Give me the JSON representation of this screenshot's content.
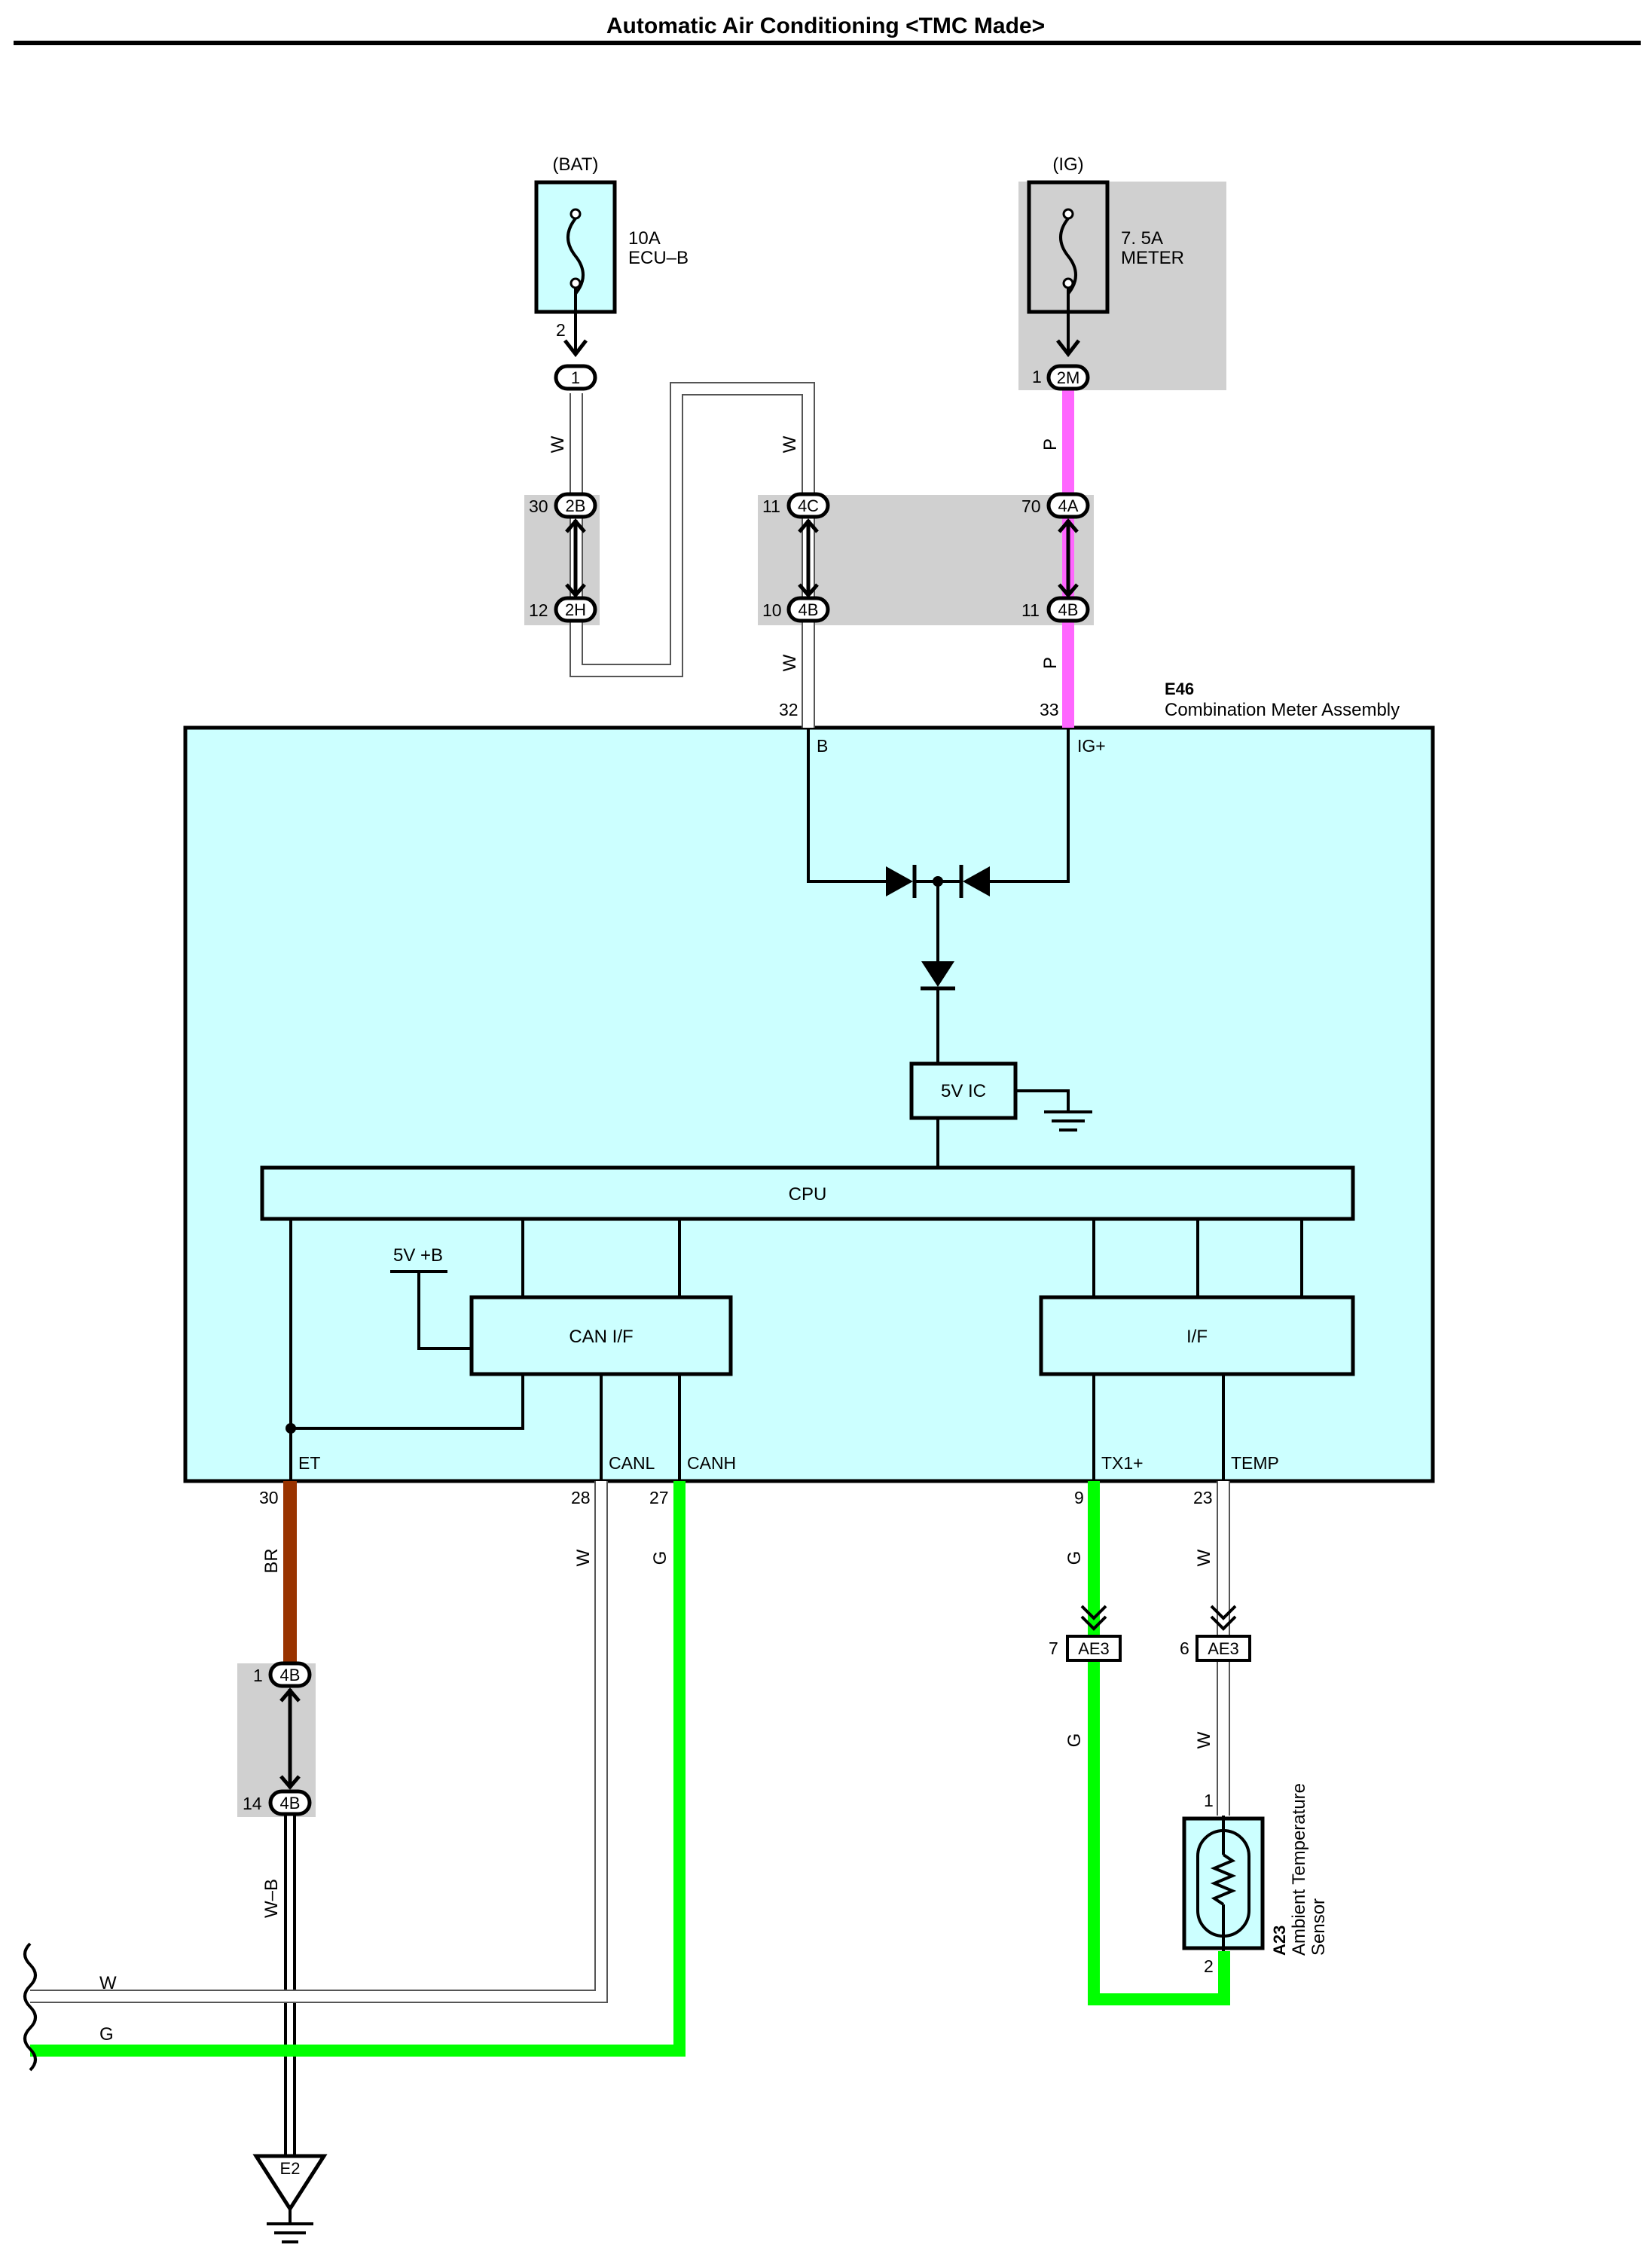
{
  "title": "Automatic Air Conditioning <TMC Made>",
  "colors": {
    "component_fill": "#ccffff",
    "connector_box": "#d0d0d0",
    "wire_pink": "#ff66ff",
    "wire_green": "#00ff00",
    "wire_brown": "#993300",
    "wire_white": "#ffffff"
  },
  "fuses": [
    {
      "source": "(BAT)",
      "rating": "10A",
      "name": "ECU–B",
      "pin": "2"
    },
    {
      "source": "(IG)",
      "rating": "7. 5A",
      "name": "METER",
      "pin": "1"
    }
  ],
  "connectors": [
    {
      "id": "1",
      "pin": ""
    },
    {
      "id": "2M",
      "pin": ""
    },
    {
      "id": "2B",
      "pin": "30"
    },
    {
      "id": "2H",
      "pin": "12"
    },
    {
      "id": "4C",
      "pin": "11"
    },
    {
      "id": "4B",
      "pin": "10"
    },
    {
      "id": "4A",
      "pin": "70"
    },
    {
      "id": "4B",
      "pin": "11"
    },
    {
      "id": "4B",
      "pin": "1"
    },
    {
      "id": "4B",
      "pin": "14"
    },
    {
      "id": "AE3",
      "pin": "7"
    },
    {
      "id": "AE3",
      "pin": "6"
    }
  ],
  "wire_colors": {
    "w1": "W",
    "w2": "W",
    "w3": "W",
    "p1": "P",
    "p2": "P",
    "br": "BR",
    "w_canl": "W",
    "g_canh": "G",
    "wb": "W–B",
    "g_tx1": "G",
    "w_temp": "W",
    "g_tx1b": "G",
    "w_tempb": "W",
    "left_w": "W",
    "left_g": "G"
  },
  "meter": {
    "code": "E46",
    "name": "Combination Meter Assembly",
    "pins": {
      "b": {
        "no": "32",
        "name": "B"
      },
      "ig": {
        "no": "33",
        "name": "IG+"
      },
      "et": {
        "no": "30",
        "name": "ET"
      },
      "canl": {
        "no": "28",
        "name": "CANL"
      },
      "canh": {
        "no": "27",
        "name": "CANH"
      },
      "tx1": {
        "no": "9",
        "name": "TX1+"
      },
      "temp": {
        "no": "23",
        "name": "TEMP"
      }
    },
    "ic": "5V IC",
    "cpu": "CPU",
    "can_if": "CAN I/F",
    "iface": "I/F",
    "supply": "5V +B"
  },
  "sensor": {
    "code": "A23",
    "name_line1": "Ambient Temperature",
    "name_line2": "Sensor",
    "pin_top": "1",
    "pin_bottom": "2"
  },
  "ground": "E2"
}
